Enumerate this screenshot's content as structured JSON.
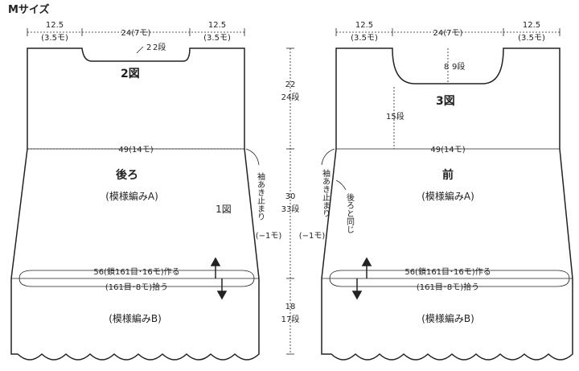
{
  "title": "Mサイズ",
  "back": {
    "top_left": {
      "value": "12.5",
      "sub": "(3.5モ)"
    },
    "top_mid": "24(7モ)",
    "top_right": {
      "value": "12.5",
      "sub": "(3.5モ)"
    },
    "neck": {
      "value": "2",
      "rows": "2段"
    },
    "fig": "2図",
    "width": "49(14モ)",
    "name": "後ろ",
    "pattern_a": "(模様編みA)",
    "fig1": "1図",
    "armhole_note": "袖あき止まり",
    "cast_on": "56(鎖161目･16モ)作る",
    "pick_up": "(161目･8モ)拾う",
    "pattern_b": "(模様編みB)"
  },
  "mid_dims": {
    "upper": {
      "value": "22",
      "rows": "24段"
    },
    "middle": {
      "value": "30",
      "rows": "33段"
    },
    "lower": {
      "value": "18",
      "rows": "17段"
    },
    "decrease_left": "(−1モ)",
    "decrease_right": "(−1モ)"
  },
  "front": {
    "top_left": {
      "value": "12.5",
      "sub": "(3.5モ)"
    },
    "top_mid": "24(7モ)",
    "top_right": {
      "value": "12.5",
      "sub": "(3.5モ)"
    },
    "neck": {
      "value": "8",
      "rows": "9段"
    },
    "fig": "3図",
    "inner": {
      "rows": "15段"
    },
    "width": "49(14モ)",
    "name": "前",
    "pattern_a": "(模様編みA)",
    "armhole_note": "袖あき止まり",
    "same_note": "後ろと同じ",
    "cast_on": "56(鎖161目･16モ)作る",
    "pick_up": "(161目･8モ)拾う",
    "pattern_b": "(模様編みB)"
  }
}
